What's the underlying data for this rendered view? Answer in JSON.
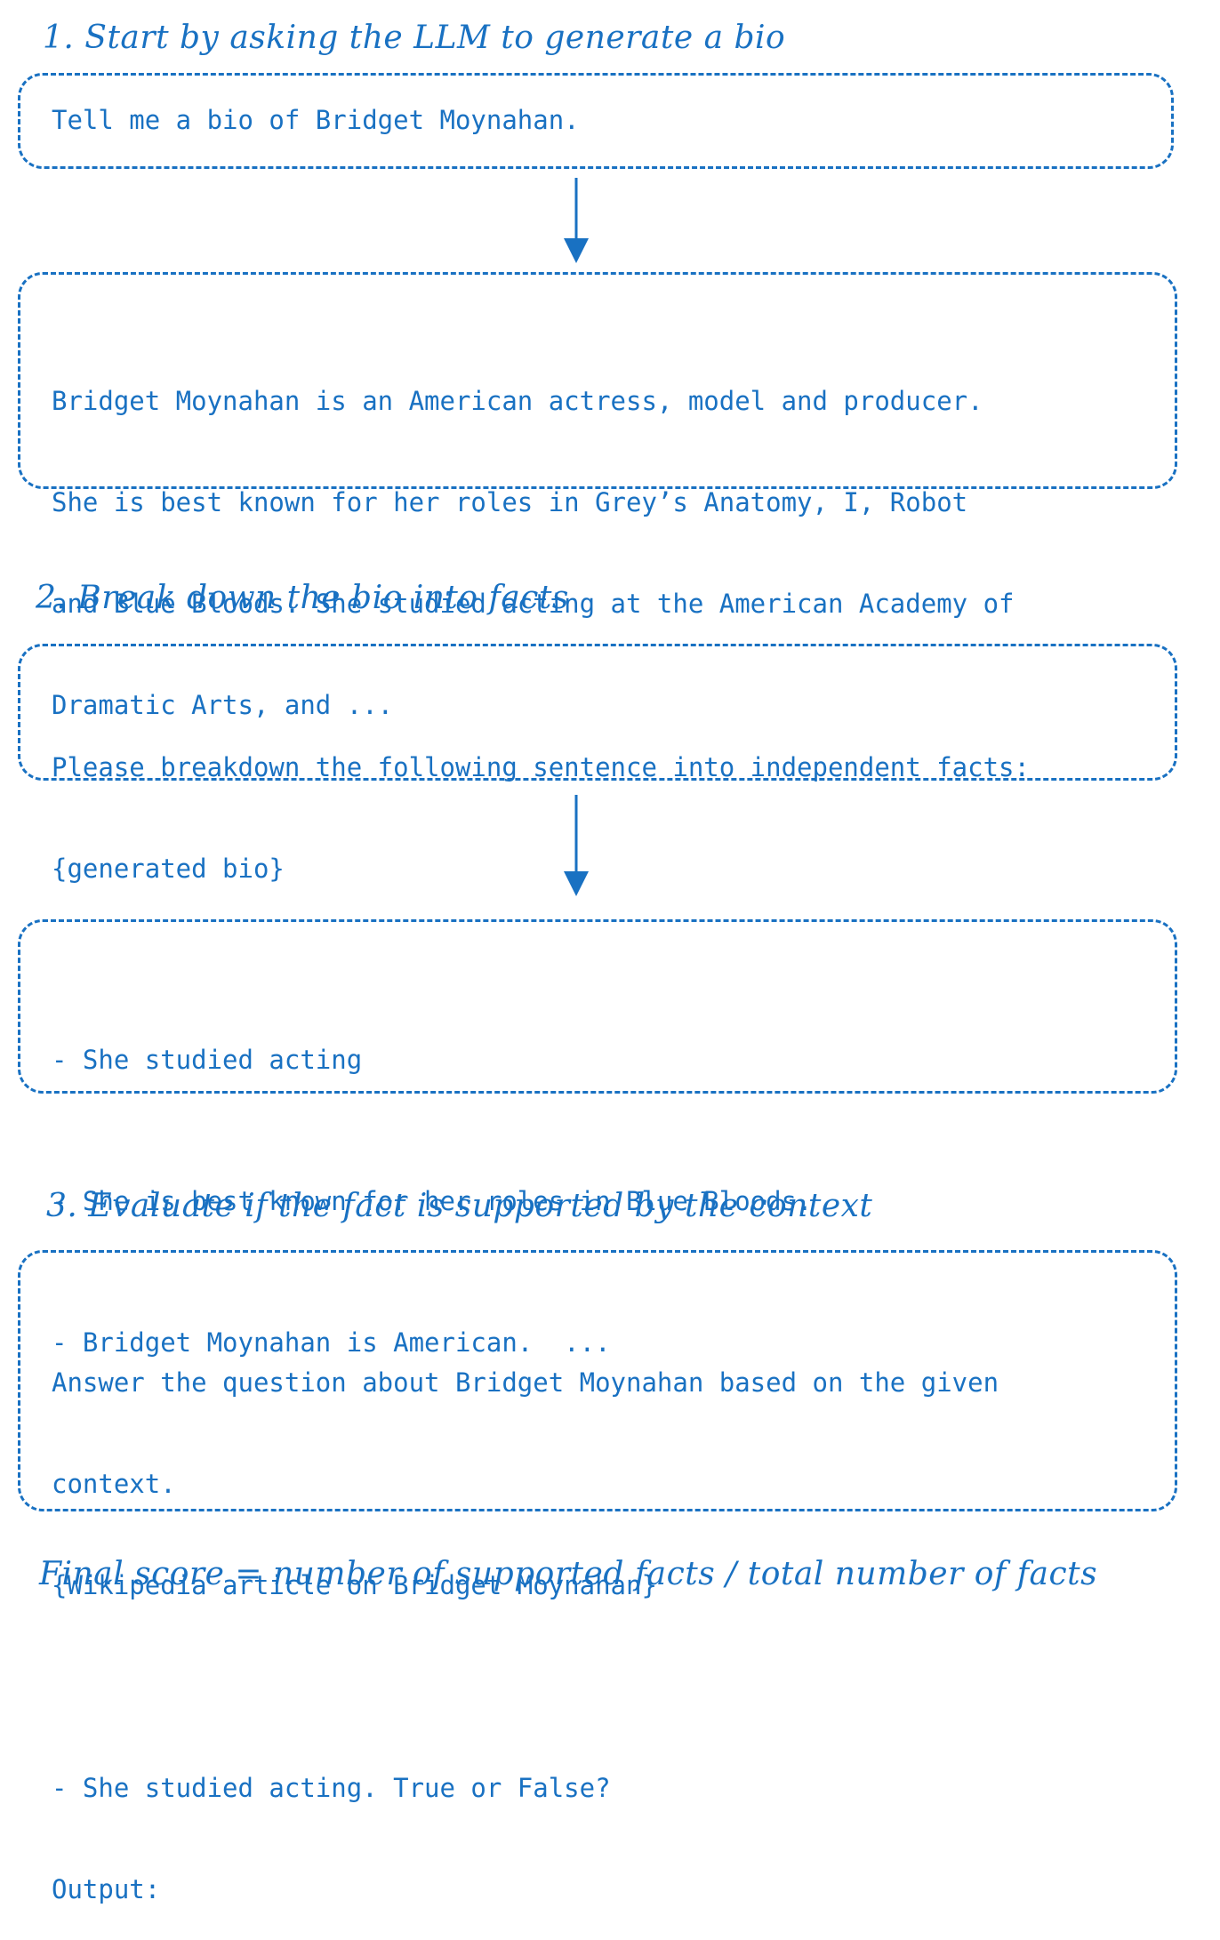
{
  "step1": {
    "heading": "1. Start by asking the LLM to generate a bio",
    "prompt": "Tell me a bio of Bridget Moynahan.",
    "response_lines": [
      "Bridget Moynahan is an American actress, model and producer.",
      "She is best known for her roles in Grey’s Anatomy, I, Robot",
      "and Blue Bloods. She studied acting at the American Academy of",
      "Dramatic Arts, and ..."
    ]
  },
  "step2": {
    "heading": "2. Break down the bio into facts",
    "prompt_lines": [
      "Please breakdown the following sentence into independent facts:",
      "{generated bio}"
    ],
    "facts": [
      "- She studied acting",
      "- She is best known for her roles in Blue Bloods.",
      "- Bridget Moynahan is American.  ..."
    ]
  },
  "step3": {
    "heading": "3. Evaluate if the fact is supported by the context",
    "prompt_lines": [
      "Answer the question about Bridget Moynahan based on the given",
      "context.",
      "{Wikipedia article on Bridget Moynahan}",
      "",
      "- She studied acting. True or False?",
      "Output:"
    ]
  },
  "final_score": "Final score = number of supported facts / total number of facts",
  "colors": {
    "accent": "#1971c2"
  }
}
